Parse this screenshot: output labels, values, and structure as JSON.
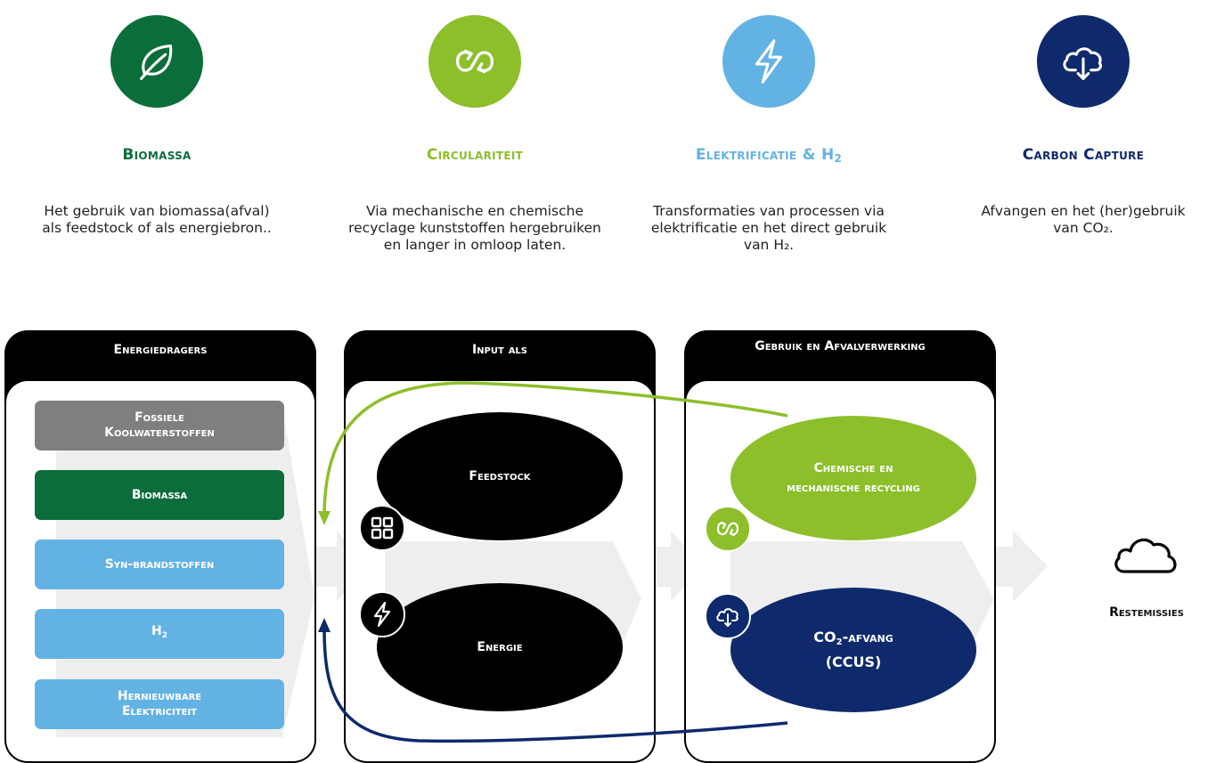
{
  "pillars": [
    {
      "icon": "leaf-icon",
      "color": "#0b6e3a",
      "title": "Biomassa",
      "desc": "Het gebruik van biomassa(afval) als feedstock of als energiebron.."
    },
    {
      "icon": "recycle-loop-icon",
      "color": "#8cbf2a",
      "title": "Circulariteit",
      "desc": "Via mechanische en chemische recyclage kunststoffen hergebruiken en langer in omloop laten."
    },
    {
      "icon": "lightning-icon",
      "color": "#63b2e4",
      "title_main": "Elektrificatie & H",
      "title_sub": "2",
      "desc": "Transformaties van processen via elektrificatie en het direct gebruik van H₂."
    },
    {
      "icon": "cloud-download-icon",
      "color": "#0e2a6c",
      "title": "Carbon Capture",
      "desc": "Afvangen en het (her)gebruik van CO₂."
    }
  ],
  "panels": {
    "energiedragers": {
      "title": "Energiedragers"
    },
    "input": {
      "title": "Input als"
    },
    "gebruik": {
      "title": "Gebruik en Afvalverwerking"
    }
  },
  "carriers": [
    {
      "label": "Fossiele Koolwaterstoffen",
      "color": "#7f7f7f"
    },
    {
      "label": "Biomassa",
      "color": "#0b6e3a"
    },
    {
      "label": "Syn-brandstoffen",
      "color": "#63b2e4"
    },
    {
      "label_main": "H",
      "label_sub": "2",
      "color": "#63b2e4"
    },
    {
      "label": "Hernieuwbare Elektriciteit",
      "color": "#63b2e4"
    }
  ],
  "inputs": [
    {
      "label": "Feedstock",
      "icon": "grid-icon"
    },
    {
      "label": "Energie",
      "icon": "lightning-icon"
    }
  ],
  "outputs": [
    {
      "label": "Chemische en mechanische recycling",
      "color": "#8cbf2a",
      "icon": "recycle-loop-icon"
    },
    {
      "label_pre": "CO",
      "label_sub": "2",
      "label_post": "-afvang",
      "label_line2": "(CCUS)",
      "color": "#0e2a6c",
      "icon": "cloud-download-icon"
    }
  ],
  "emissions": {
    "label": "Restemissies",
    "icon": "cloud-icon"
  },
  "colors": {
    "green": "#8cbf2a",
    "navy": "#0e2a6c",
    "arrow": "#eeeeee"
  }
}
